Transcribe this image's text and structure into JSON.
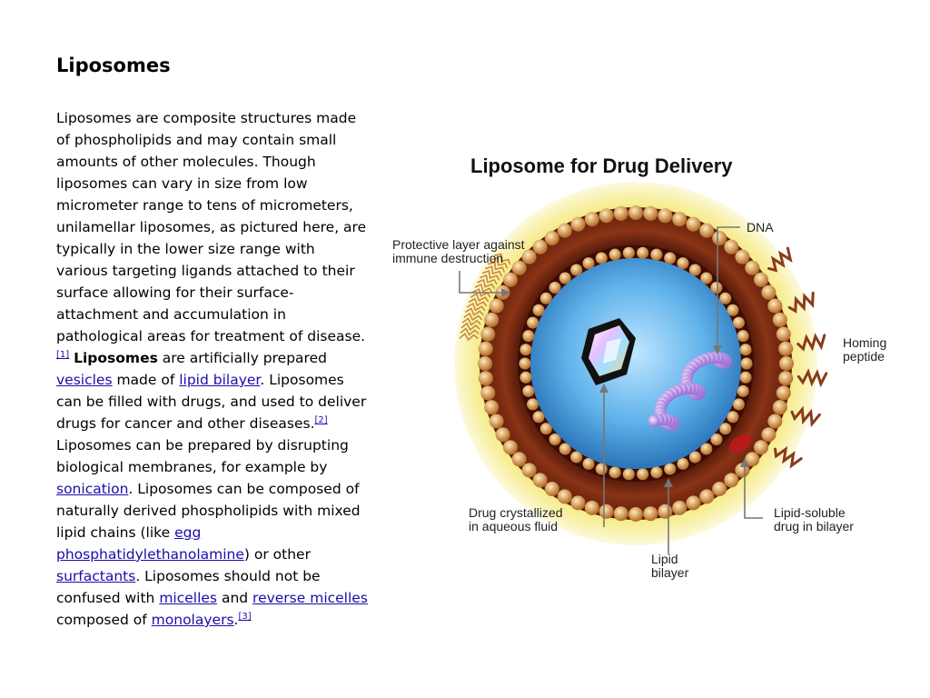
{
  "title": "Liposomes",
  "paragraph": {
    "p1": "Liposomes are composite structures made of phospholipids and may contain small amounts of other molecules. Though liposomes can vary in size from low micrometer range to tens of micrometers, unilamellar liposomes, as pictured here, are typically in the lower size range with various targeting ligands attached to their surface allowing for their surface-attachment and accumulation in pathological areas for treatment of disease.",
    "ref1": "[1]",
    "bold_term": "Liposomes",
    "p2": " are artificially prepared ",
    "link_vesicles": "vesicles",
    "p3": " made of ",
    "link_lipid_bilayer": "lipid bilayer",
    "p4": ". Liposomes can be filled with drugs, and used to deliver drugs for cancer and other diseases.",
    "ref2": "[2]",
    "p5": " Liposomes can be prepared by disrupting biological membranes, for example by ",
    "link_sonication": "sonication",
    "p6": ". Liposomes can be composed of naturally derived phospholipids with mixed lipid chains (like ",
    "link_egg": "egg",
    "link_pe": "phosphatidylethanolamine",
    "p7": ") or other ",
    "link_surfactants": "surfactants",
    "p8": ". Liposomes should not be confused with ",
    "link_micelles": "micelles",
    "p9": " and ",
    "link_reverse_micelles": "reverse micelles",
    "p10": " composed of ",
    "link_monolayers": "monolayers",
    "p11": ".",
    "ref3": "[3]"
  },
  "figure": {
    "title": "Liposome for Drug Delivery",
    "labels": {
      "dna": "DNA",
      "protective": "Protective layer against\nimmune destruction",
      "homing": "Homing\npeptide",
      "drug_crystal": "Drug crystallized\nin aqueous fluid",
      "lipid_bilayer": "Lipid\nbilayer",
      "lipid_soluble": "Lipid-soluble\ndrug in bilayer"
    }
  },
  "colors": {
    "link": "#1a0dab",
    "halo": "#f3e56a",
    "membrane": "#7a2a10",
    "lipid_head": "#d9a05a",
    "core": "#3d95d6",
    "dna": "#c9a6f0",
    "homing_peptide": "#8b3a1a"
  }
}
